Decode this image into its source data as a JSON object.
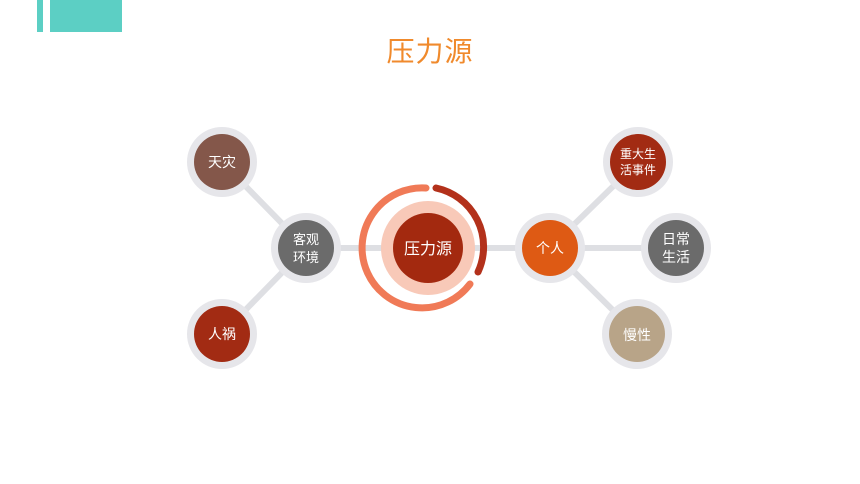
{
  "title": "压力源",
  "colors": {
    "accent_bar": "#5ccfc4",
    "title": "#f08a2c",
    "halo": "#e6e6ea",
    "connector": "#dedfe3",
    "center_ring_outer": "#b3311b",
    "center_ring_light": "#f07a57",
    "center_fill_light": "#f8c9b8",
    "center_fill": "#a3290f"
  },
  "center": {
    "label": "压力源"
  },
  "left": {
    "hub": {
      "lines": [
        "客观",
        "环境"
      ],
      "color": "#6b6b6b"
    },
    "leaves": [
      {
        "lines": [
          "天灾"
        ],
        "color": "#84574a"
      },
      {
        "lines": [
          "人祸"
        ],
        "color": "#a22b13"
      }
    ]
  },
  "right": {
    "hub": {
      "lines": [
        "个人"
      ],
      "color": "#de5a14"
    },
    "leaves": [
      {
        "lines": [
          "重大生",
          "活事件"
        ],
        "color": "#a22b13"
      },
      {
        "lines": [
          "日常",
          "生活"
        ],
        "color": "#6b6b6b"
      },
      {
        "lines": [
          "慢性"
        ],
        "color": "#b8a488"
      }
    ]
  }
}
